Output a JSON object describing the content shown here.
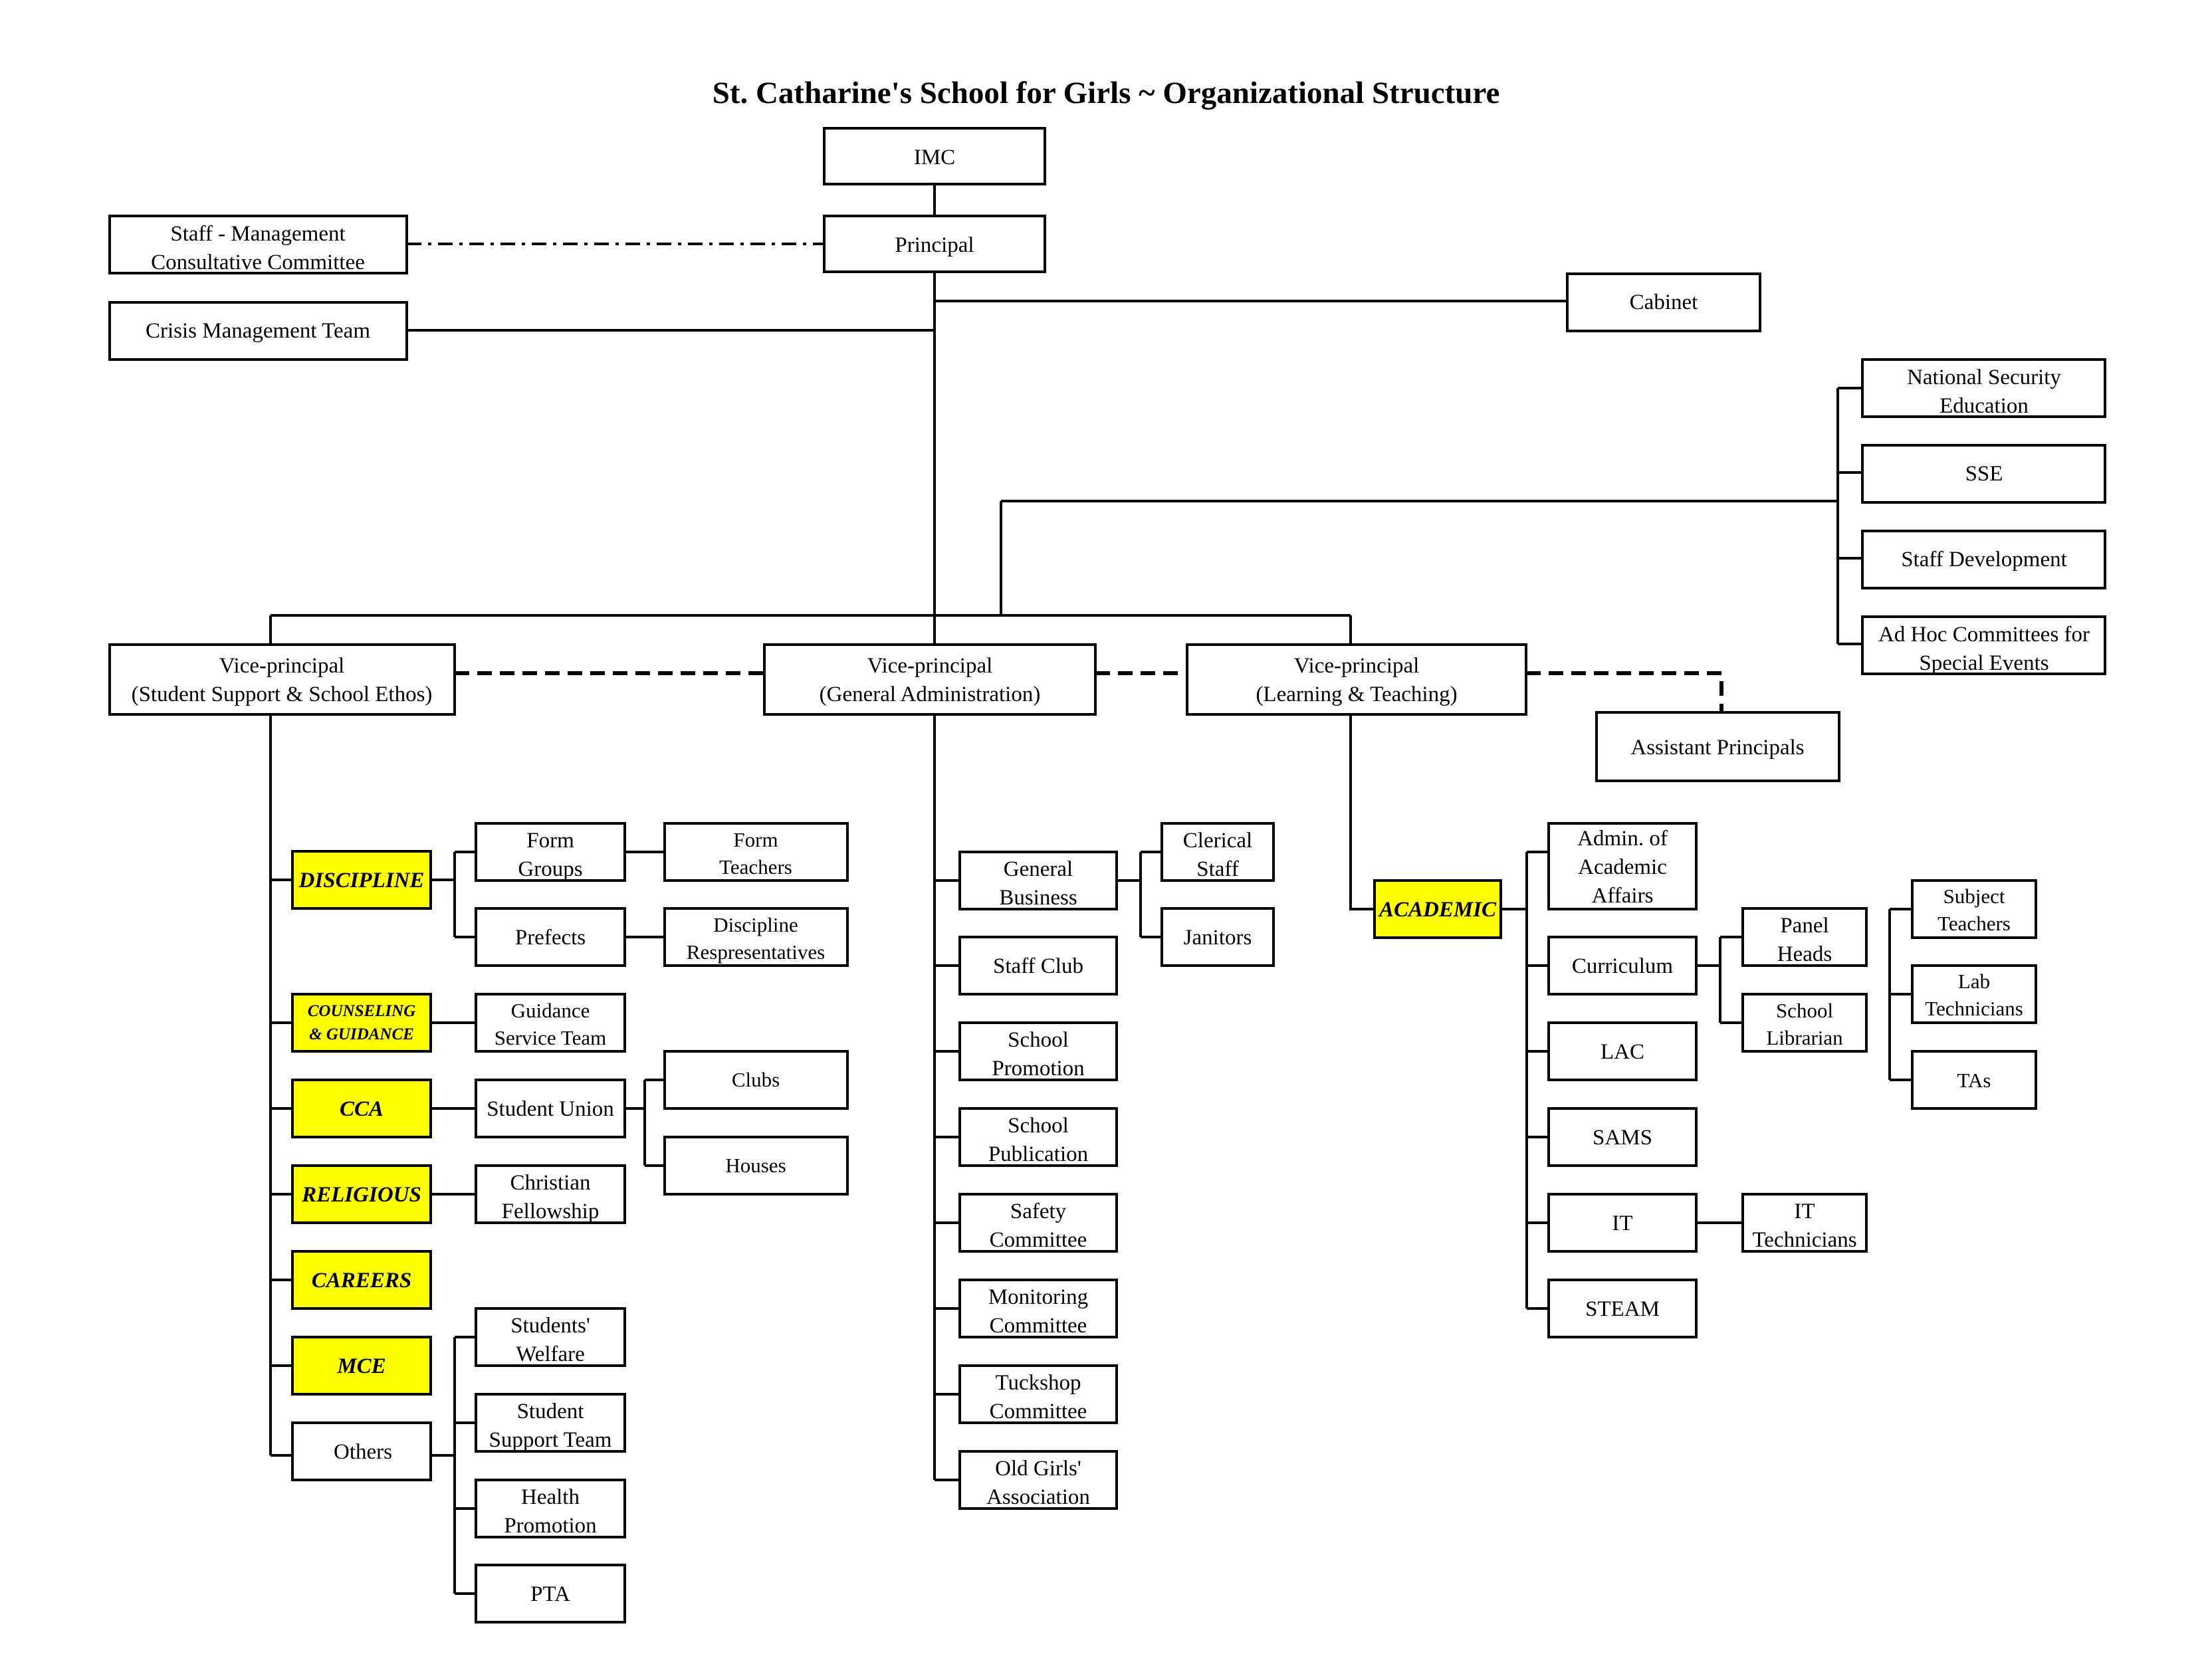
{
  "title": "St. Catharine's School for Girls ~ Organizational Structure",
  "top": {
    "imc": "IMC",
    "principal": "Principal",
    "staff_mgmt_1": "Staff - Management",
    "staff_mgmt_2": "Consultative Committee",
    "crisis": "Crisis Management Team",
    "cabinet": "Cabinet"
  },
  "committees": {
    "nse_1": "National Security",
    "nse_2": "Education",
    "sse": "SSE",
    "staff_dev": "Staff Development",
    "adhoc_1": "Ad Hoc Committees for",
    "adhoc_2": "Special Events"
  },
  "vps": {
    "vp": "Vice-principal",
    "ss": "(Student Support & School Ethos)",
    "ga": "(General Administration)",
    "lt": "(Learning & Teaching)",
    "assistant": "Assistant Principals"
  },
  "student_support": {
    "discipline": "DISCIPLINE",
    "counseling_1": "COUNSELING",
    "counseling_2": "& GUIDANCE",
    "cca": "CCA",
    "religious": "RELIGIOUS",
    "careers": "CAREERS",
    "mce": "MCE",
    "others": "Others",
    "form_groups_1": "Form",
    "form_groups_2": "Groups",
    "prefects": "Prefects",
    "form_teachers_1": "Form",
    "form_teachers_2": "Teachers",
    "discipline_reps_1": "Discipline",
    "discipline_reps_2": "Respresentatives",
    "guidance_1": "Guidance",
    "guidance_2": "Service Team",
    "student_union": "Student Union",
    "clubs": "Clubs",
    "houses": "Houses",
    "christian_1": "Christian",
    "christian_2": "Fellowship",
    "welfare_1": "Students'",
    "welfare_2": "Welfare",
    "support_1": "Student",
    "support_2": "Support Team",
    "health_1": "Health",
    "health_2": "Promotion",
    "pta": "PTA"
  },
  "general_admin": {
    "general_business_1": "General",
    "general_business_2": "Business",
    "clerical_1": "Clerical",
    "clerical_2": "Staff",
    "janitors": "Janitors",
    "staff_club": "Staff Club",
    "promotion_1": "School",
    "promotion_2": "Promotion",
    "publication_1": "School",
    "publication_2": "Publication",
    "safety_1": "Safety",
    "safety_2": "Committee",
    "monitoring_1": "Monitoring",
    "monitoring_2": "Committee",
    "tuckshop_1": "Tuckshop",
    "tuckshop_2": "Committee",
    "old_girls_1": "Old Girls'",
    "old_girls_2": "Association"
  },
  "learning_teaching": {
    "academic": "ACADEMIC",
    "admin_1": "Admin. of",
    "admin_2": "Academic",
    "admin_3": "Affairs",
    "curriculum": "Curriculum",
    "lac": "LAC",
    "sams": "SAMS",
    "it": "IT",
    "steam": "STEAM",
    "panel_1": "Panel",
    "panel_2": "Heads",
    "librarian_1": "School",
    "librarian_2": "Librarian",
    "subject_1": "Subject",
    "subject_2": "Teachers",
    "lab_1": "Lab",
    "lab_2": "Technicians",
    "tas": "TAs",
    "it_tech_1": "IT",
    "it_tech_2": "Technicians"
  }
}
